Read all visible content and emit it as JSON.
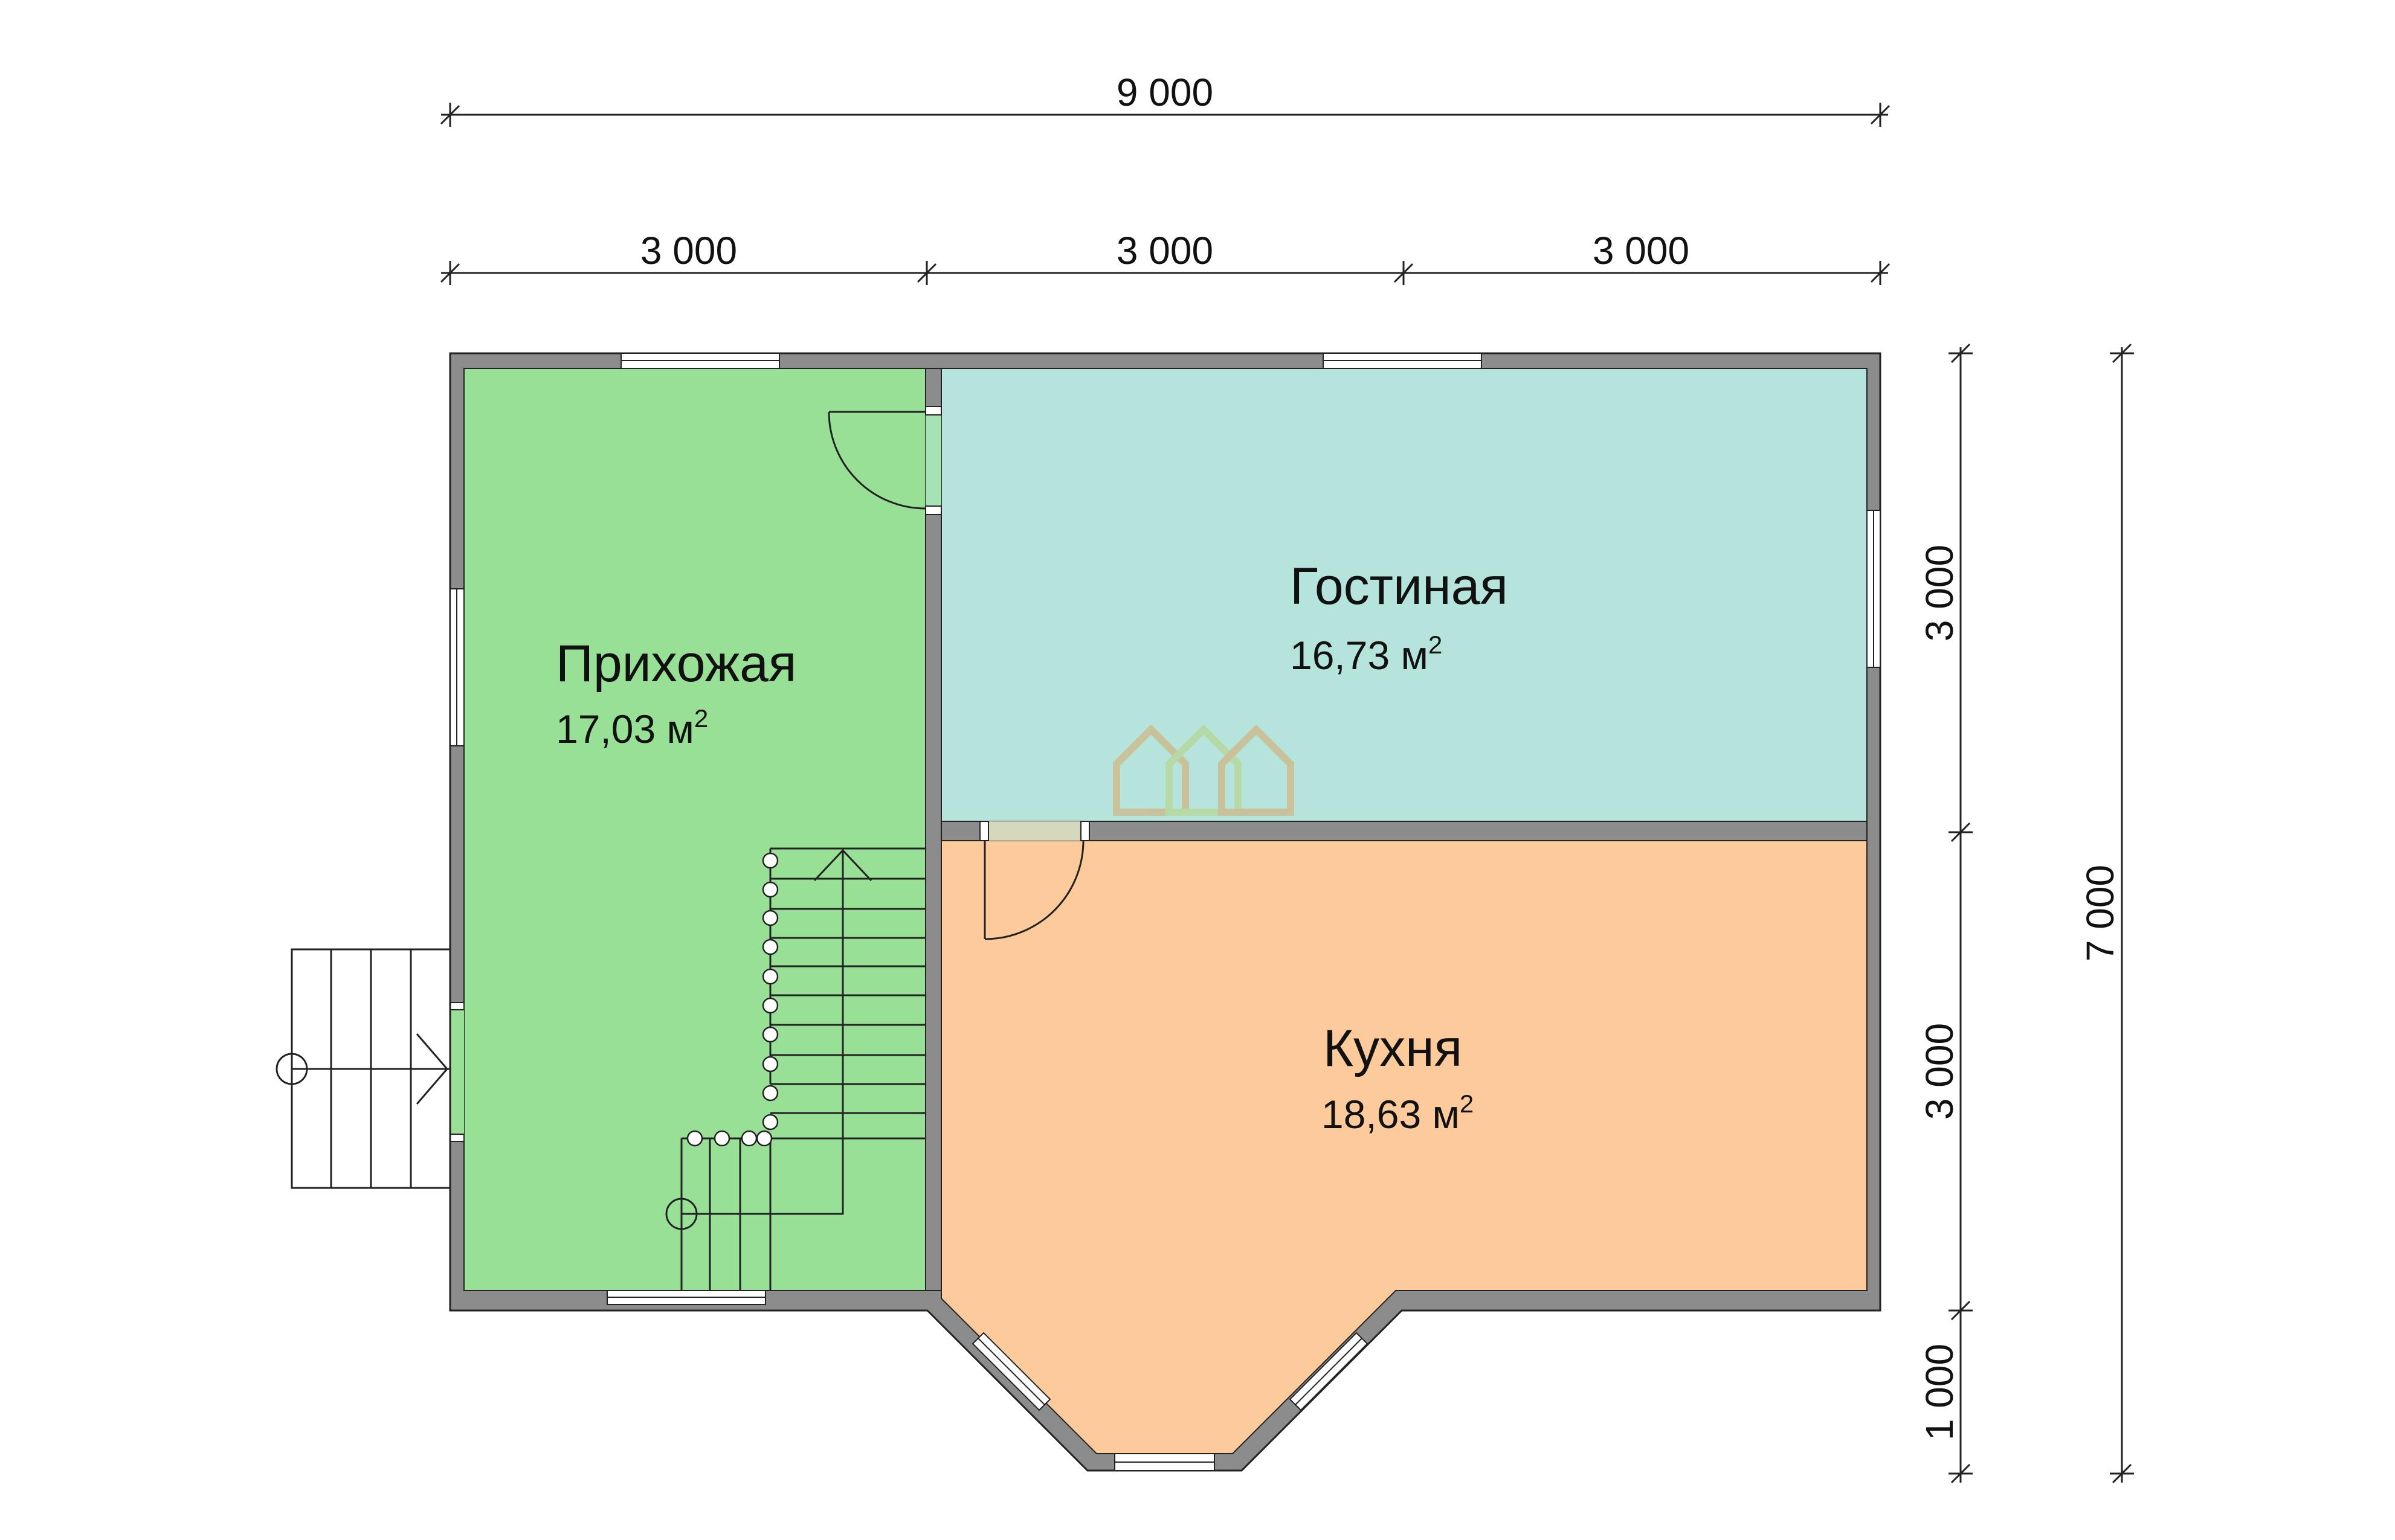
{
  "colors": {
    "hall": "#98e096",
    "living": "#b4e4db",
    "kitchen": "#fdcb9b",
    "wall": "#8c8c8c",
    "logo": "#d9c9a5"
  },
  "dimensions": {
    "total_width": "9 000",
    "segments": [
      "3 000",
      "3 000",
      "3 000"
    ],
    "right_segments": [
      "3 000",
      "3 000",
      "1 000"
    ],
    "total_height": "7 000"
  },
  "rooms": [
    {
      "name": "Прихожая",
      "area": "17,03 м",
      "sup": "2"
    },
    {
      "name": "Гостиная",
      "area": "16,73 м",
      "sup": "2"
    },
    {
      "name": "Кухня",
      "area": "18,63 м",
      "sup": "2"
    }
  ],
  "logo_icon": "house-logo-icon"
}
